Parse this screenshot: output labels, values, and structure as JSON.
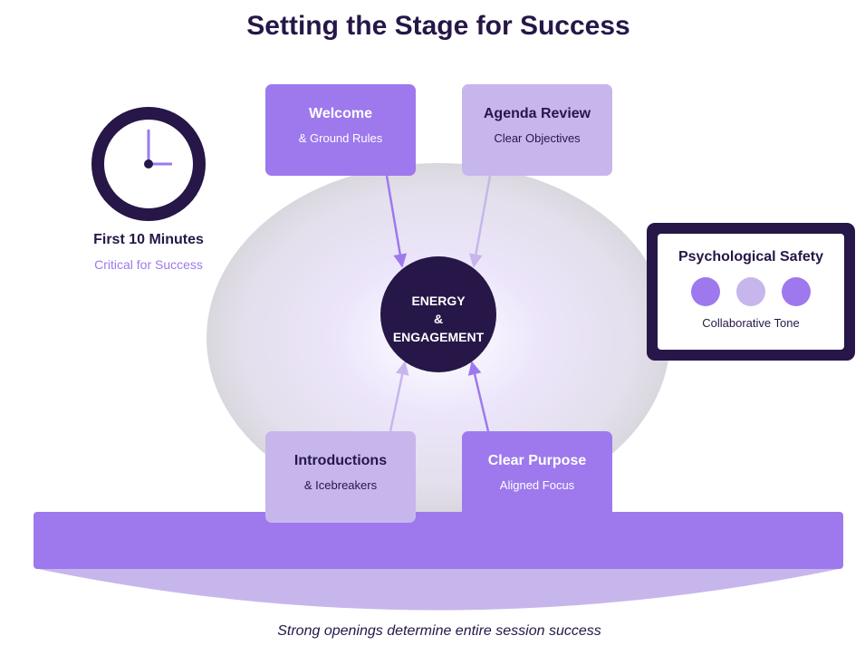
{
  "title": "Setting the Stage for Success",
  "clock": {
    "title": "First 10 Minutes",
    "subtitle": "Critical for Success"
  },
  "center": {
    "line1": "ENERGY",
    "line2": "&",
    "line3": "ENGAGEMENT"
  },
  "boxes": {
    "welcome": {
      "title": "Welcome",
      "subtitle": "& Ground Rules"
    },
    "agenda": {
      "title": "Agenda Review",
      "subtitle": "Clear Objectives"
    },
    "introductions": {
      "title": "Introductions",
      "subtitle": "& Icebreakers"
    },
    "purpose": {
      "title": "Clear Purpose",
      "subtitle": "Aligned Focus"
    }
  },
  "safety": {
    "title": "Psychological Safety",
    "subtitle": "Collaborative Tone"
  },
  "caption": "Strong openings determine entire session success",
  "colors": {
    "dark_navy": "#261748",
    "purple": "#9d79ed",
    "lavender": "#c7b6ec",
    "glow": "#e9e2fb"
  }
}
